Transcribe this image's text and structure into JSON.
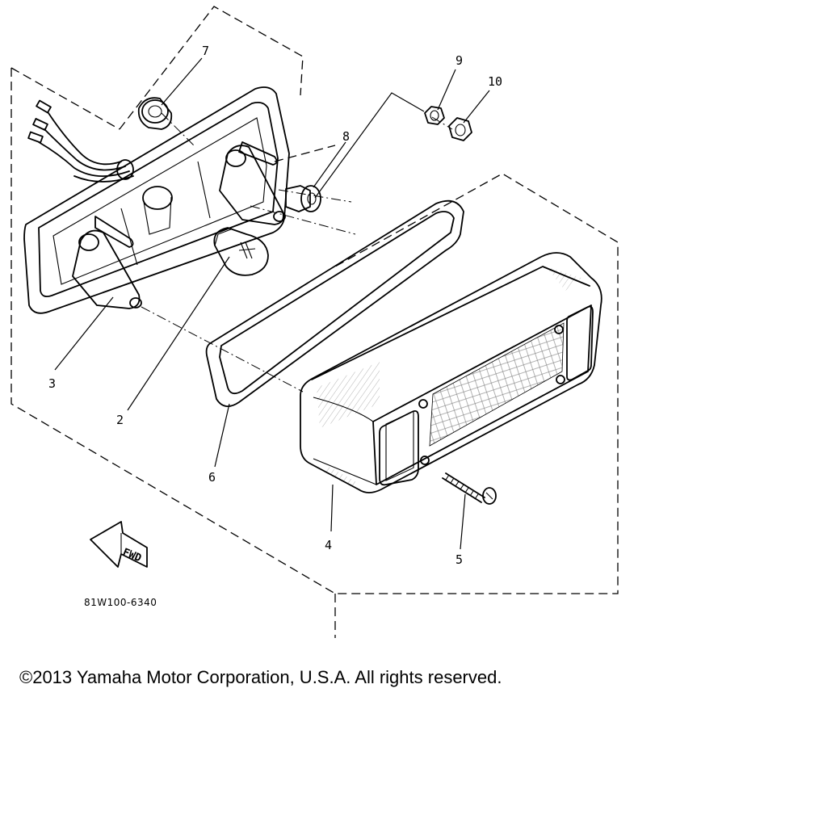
{
  "diagram": {
    "callouts": [
      "2",
      "3",
      "4",
      "5",
      "6",
      "7",
      "8",
      "9",
      "10"
    ],
    "fwd_label": "FWD",
    "drawing_code": "81W100-6340",
    "icon": "fwd-arrow-icon"
  },
  "footer": {
    "copyright": "©2013 Yamaha Motor Corporation, U.S.A. All rights reserved."
  }
}
